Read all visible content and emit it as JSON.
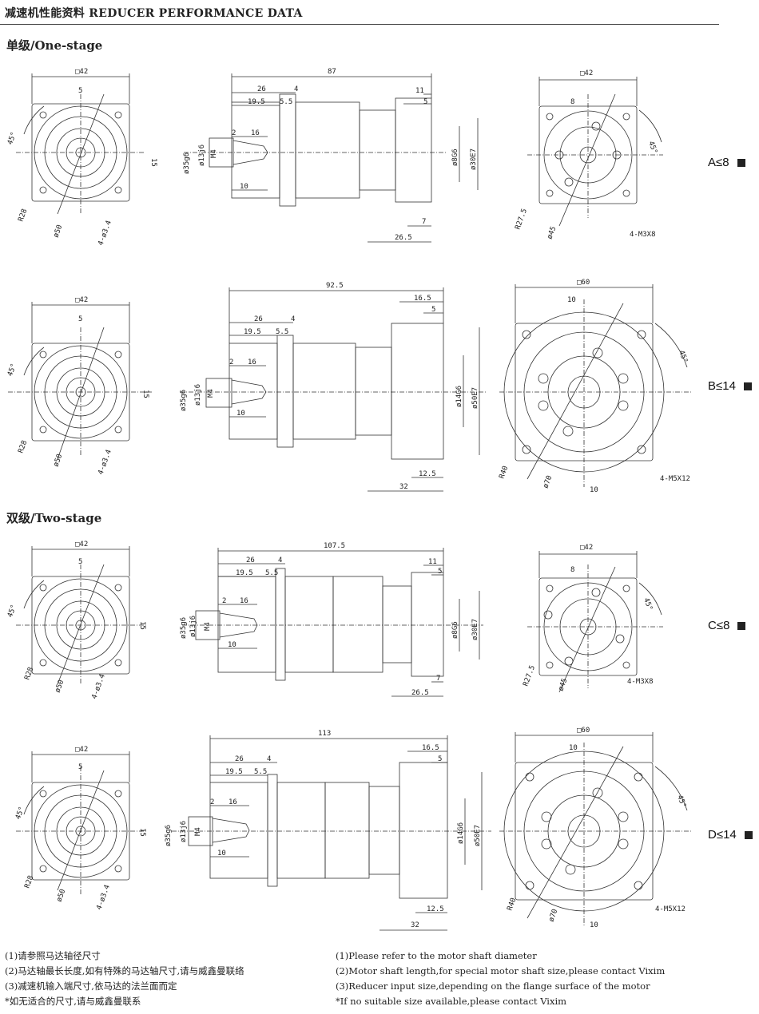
{
  "header": {
    "title_cn": "减速机性能资料",
    "title_en": "REDUCER PERFORMANCE DATA"
  },
  "sections": {
    "one_stage": "单级/One-stage",
    "two_stage": "双级/Two-stage"
  },
  "rows": [
    {
      "tag": "A≤8",
      "input": {
        "square": "□42",
        "five": "5",
        "angle": "45°",
        "fifteen": "15",
        "radius": "R28",
        "dia": "ø50",
        "holes": "4-ø3.4"
      },
      "side": {
        "total": "87",
        "d26": "26",
        "d4": "4",
        "d19": "19.5",
        "d55": "5.5",
        "d2": "2",
        "d16": "16",
        "d10": "10",
        "shaft": "ø35g6",
        "bore": "ø13j6",
        "m4": "M4",
        "right1": "11",
        "right2": "5",
        "outA": "ø8G6",
        "outB": "ø30E7",
        "bot1": "7",
        "bot2": "26.5"
      },
      "output": {
        "square": "□42",
        "eight": "8",
        "angle": "45°",
        "radius": "R27.5",
        "dia": "ø45",
        "holes": "4-M3X8"
      }
    },
    {
      "tag": "B≤14",
      "input": {
        "square": "□42",
        "five": "5",
        "angle": "45°",
        "fifteen": "15",
        "radius": "R28",
        "dia": "ø50",
        "holes": "4-ø3.4"
      },
      "side": {
        "total": "92.5",
        "d26": "26",
        "d4": "4",
        "d19": "19.5",
        "d55": "5.5",
        "d2": "2",
        "d16": "16",
        "d10": "10",
        "shaft": "ø35g6",
        "bore": "ø13j6",
        "m4": "M4",
        "right1": "16.5",
        "right2": "5",
        "outA": "ø14G6",
        "outB": "ø50E7",
        "bot1": "12.5",
        "bot2": "32"
      },
      "output": {
        "square": "□60",
        "eight": "10",
        "angle": "45°",
        "radius": "R40",
        "dia": "ø70",
        "holes": "4-M5X12",
        "ten": "10"
      }
    },
    {
      "tag": "C≤8",
      "input": {
        "square": "□42",
        "five": "5",
        "angle": "45°",
        "fifteen": "15",
        "radius": "R28",
        "dia": "ø50",
        "holes": "4-ø3.4"
      },
      "side": {
        "total": "107.5",
        "d26": "26",
        "d4": "4",
        "d19": "19.5",
        "d55": "5.5",
        "d2": "2",
        "d16": "16",
        "d10": "10",
        "shaft": "ø35g6",
        "bore": "ø13j6",
        "m4": "M4",
        "right1": "11",
        "right2": "5",
        "outA": "ø8G6",
        "outB": "ø30E7",
        "bot1": "7",
        "bot2": "26.5"
      },
      "output": {
        "square": "□42",
        "eight": "8",
        "angle": "45°",
        "radius": "R27.5",
        "dia": "ø45",
        "holes": "4-M3X8"
      }
    },
    {
      "tag": "D≤14",
      "input": {
        "square": "□42",
        "five": "5",
        "angle": "45°",
        "fifteen": "15",
        "radius": "R28",
        "dia": "ø50",
        "holes": "4-ø3.4"
      },
      "side": {
        "total": "113",
        "d26": "26",
        "d4": "4",
        "d19": "19.5",
        "d55": "5.5",
        "d2": "2",
        "d16": "16",
        "d10": "10",
        "shaft": "ø35g6",
        "bore": "ø13j6",
        "m4": "M4",
        "right1": "16.5",
        "right2": "5",
        "outA": "ø14G6",
        "outB": "ø50E7",
        "bot1": "12.5",
        "bot2": "32"
      },
      "output": {
        "square": "□60",
        "eight": "10",
        "angle": "45°",
        "radius": "R40",
        "dia": "ø70",
        "holes": "4-M5X12",
        "ten": "10"
      }
    }
  ],
  "notes_cn": [
    "(1)请参照马达轴径尺寸",
    "(2)马达轴最长长度,如有特殊的马达轴尺寸,请与威鑫曼联络",
    "(3)减速机输入端尺寸,依马达的法兰面而定",
    "*如无适合的尺寸,请与威鑫曼联系"
  ],
  "notes_en": [
    "(1)Please refer to the motor shaft diameter",
    "(2)Motor shaft length,for special motor shaft size,please contact Vixim",
    "(3)Reducer input size,depending on the flange surface of the motor",
    "*If no suitable size available,please contact Vixim"
  ]
}
